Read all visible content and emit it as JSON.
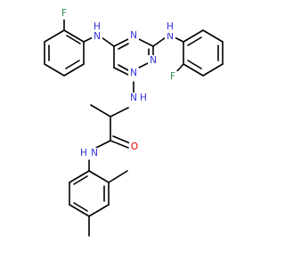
{
  "colors": {
    "bond": "#000000",
    "nitrogen": "#2f2fe0",
    "oxygen": "#e00000",
    "fluorine": "#2e8b57",
    "carbon": "#000000"
  },
  "atoms": [
    {
      "id": "F1",
      "text": "F"
    },
    {
      "id": "F2",
      "text": "F"
    },
    {
      "id": "NH1",
      "text": "H"
    },
    {
      "id": "NH1N",
      "text": "N"
    },
    {
      "id": "NH2",
      "text": "N"
    },
    {
      "id": "NH2H",
      "text": "H"
    },
    {
      "id": "T1",
      "text": "N"
    },
    {
      "id": "T2",
      "text": "N"
    },
    {
      "id": "T3",
      "text": "N"
    },
    {
      "id": "NH3",
      "text": "N"
    },
    {
      "id": "NH3H",
      "text": "H"
    },
    {
      "id": "O1",
      "text": "O"
    },
    {
      "id": "NH4",
      "text": "N"
    },
    {
      "id": "NH4H",
      "text": "H"
    }
  ]
}
